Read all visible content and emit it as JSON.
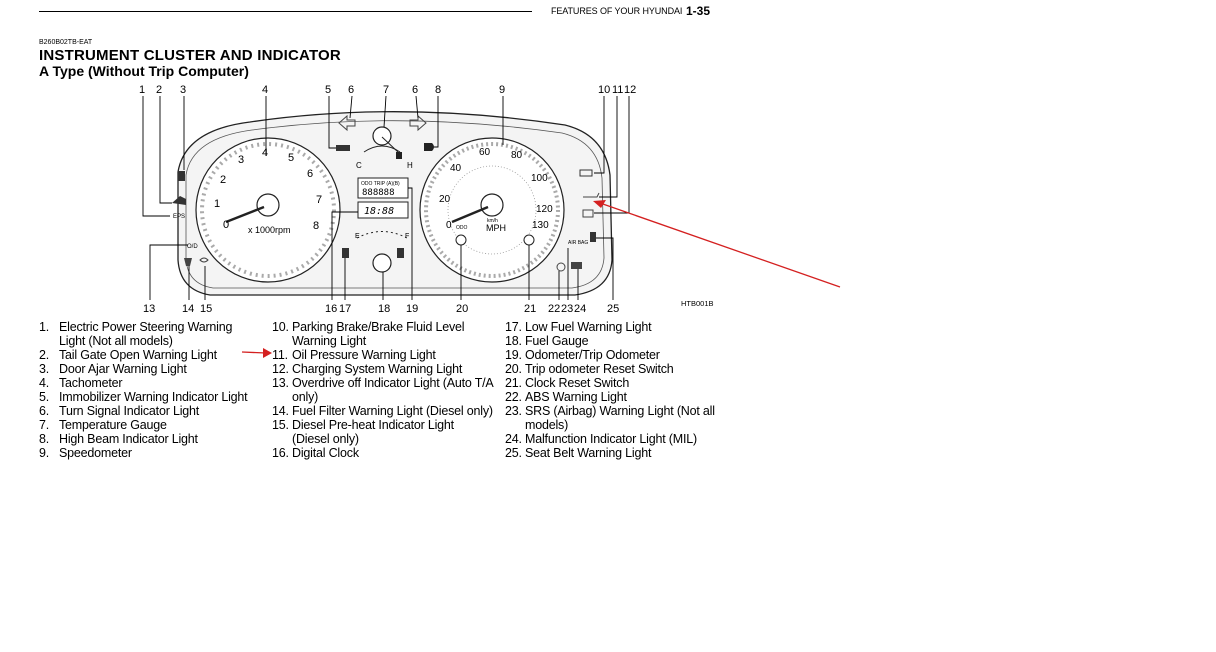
{
  "header": {
    "section": "FEATURES OF YOUR HYUNDAI",
    "page": "1-35"
  },
  "doc_code": "B260B02TB-EAT",
  "title": "INSTRUMENT CLUSTER AND INDICATOR",
  "subtitle": "A Type (Without Trip Computer)",
  "figure": {
    "code": "HTB001B",
    "callouts": [
      "1",
      "2",
      "3",
      "4",
      "5",
      "6",
      "7",
      "6",
      "8",
      "9",
      "10",
      "11",
      "12",
      "13",
      "14",
      "15",
      "16",
      "17",
      "18",
      "19",
      "20",
      "21",
      "22",
      "23",
      "24",
      "25"
    ],
    "tachometer": {
      "scale": [
        "0",
        "1",
        "2",
        "3",
        "4",
        "5",
        "6",
        "7",
        "8"
      ],
      "unit": "x 1000rpm"
    },
    "speedometer": {
      "mph_scale": [
        "0",
        "20",
        "40",
        "60",
        "80",
        "100",
        "120",
        "130"
      ],
      "unit": "MPH",
      "unit_small": "km/h"
    },
    "temp": {
      "cold": "C",
      "hot": "H"
    },
    "fuel": {
      "empty": "E",
      "full": "F"
    },
    "odo_labels": "ODO TRIP (A)(B)",
    "odo_digits": "888888",
    "clock_digits": "18:88",
    "odo_button": "ODO",
    "eps_label": "EPS",
    "od_label": "O/D",
    "airbag_label": "AIR BAG"
  },
  "legend": {
    "col1": [
      {
        "n": "1.",
        "t": "Electric Power Steering Warning Light (Not all models)"
      },
      {
        "n": "2.",
        "t": "Tail Gate Open Warning Light"
      },
      {
        "n": "3.",
        "t": "Door Ajar Warning Light"
      },
      {
        "n": "4.",
        "t": "Tachometer"
      },
      {
        "n": "5.",
        "t": "Immobilizer Warning Indicator Light"
      },
      {
        "n": "6.",
        "t": "Turn Signal Indicator Light"
      },
      {
        "n": "7.",
        "t": "Temperature Gauge"
      },
      {
        "n": "8.",
        "t": "High Beam Indicator Light"
      },
      {
        "n": "9.",
        "t": "Speedometer"
      }
    ],
    "col2": [
      {
        "n": "10.",
        "t": "Parking Brake/Brake Fluid Level Warning Light"
      },
      {
        "n": "11.",
        "t": "Oil Pressure Warning Light"
      },
      {
        "n": "12.",
        "t": "Charging System Warning Light"
      },
      {
        "n": "13.",
        "t": "Overdrive off Indicator Light (Auto T/A only)"
      },
      {
        "n": "14.",
        "t": "Fuel Filter Warning Light (Diesel only)"
      },
      {
        "n": "15.",
        "t": "Diesel Pre-heat Indicator Light (Diesel only)"
      },
      {
        "n": "16.",
        "t": "Digital Clock"
      }
    ],
    "col3": [
      {
        "n": "17.",
        "t": "Low Fuel Warning Light"
      },
      {
        "n": "18.",
        "t": "Fuel Gauge"
      },
      {
        "n": "19.",
        "t": "Odometer/Trip Odometer"
      },
      {
        "n": "20.",
        "t": "Trip odometer Reset Switch"
      },
      {
        "n": "21.",
        "t": "Clock Reset Switch"
      },
      {
        "n": "22.",
        "t": "ABS Warning Light"
      },
      {
        "n": "23.",
        "t": "SRS (Airbag) Warning Light (Not all models)"
      },
      {
        "n": "24.",
        "t": "Malfunction Indicator Light (MIL)"
      },
      {
        "n": "25.",
        "t": "Seat Belt Warning Light"
      }
    ]
  },
  "annotation_color": "#d42020"
}
